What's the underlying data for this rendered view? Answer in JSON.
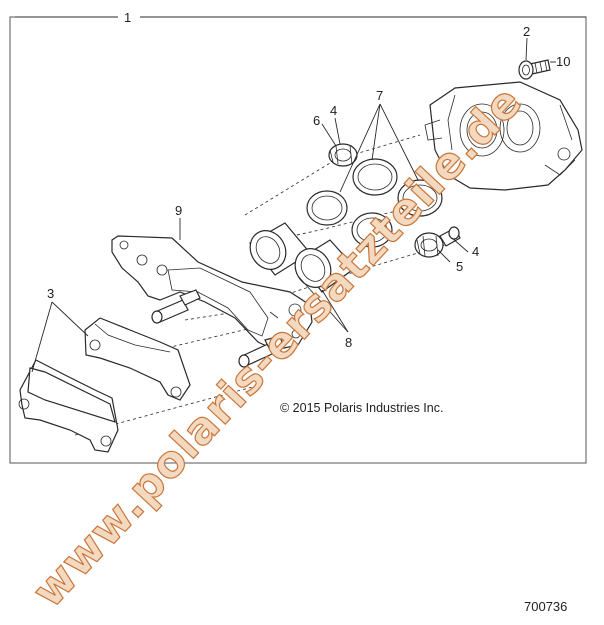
{
  "diagram": {
    "copyright": "© 2015 Polaris Industries Inc.",
    "figure_number": "700736",
    "callouts": {
      "c1": "1",
      "c2": "2",
      "c10": "10",
      "c4a": "4",
      "c6": "6",
      "c7": "7",
      "c9": "9",
      "c4b": "4",
      "c5": "5",
      "c3": "3",
      "c8": "8"
    }
  },
  "watermark": {
    "text": "www.polaris-ersatzteile.de",
    "fill": "#f3d9bf",
    "stroke": "#c9763a"
  }
}
